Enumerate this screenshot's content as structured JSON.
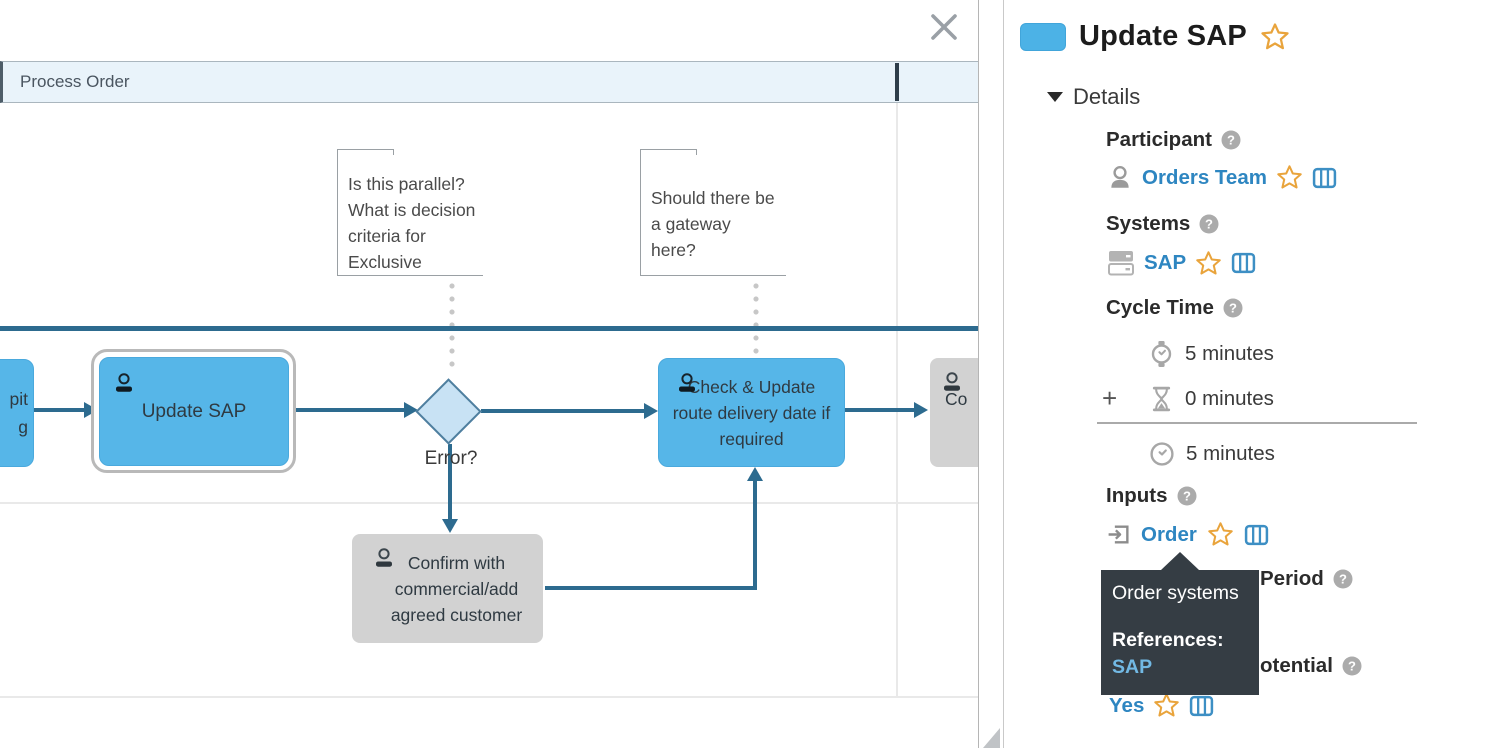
{
  "colors": {
    "task_blue": "#56b6e8",
    "flow_blue": "#2d6b8f",
    "gateway_fill": "#c8e2f4",
    "link_blue": "#2e86c1",
    "star_orange": "#e9a43c",
    "tooltip_bg": "#353d44",
    "lane_header_bg": "#e9f3fa"
  },
  "canvas": {
    "lane_header": "Process Order",
    "notes": [
      {
        "text": "Is this parallel? What is decision criteria for Exclusive"
      },
      {
        "text": "Should there be a gateway here?"
      }
    ],
    "tasks": {
      "left_partial_line1": "pit",
      "left_partial_line2": "g",
      "update_sap": "Update SAP",
      "check_update": "Check & Update route delivery date if required",
      "right_partial": "Co",
      "confirm": "Confirm with commercial/add agreed customer"
    },
    "gateway_question": "Error?"
  },
  "panel": {
    "title": "Update SAP",
    "details_label": "Details",
    "participant": {
      "label": "Participant",
      "value": "Orders Team"
    },
    "systems": {
      "label": "Systems",
      "value": "SAP"
    },
    "cycle_time": {
      "label": "Cycle Time",
      "work_time": "5 minutes",
      "plus": "+",
      "wait_time": "0 minutes",
      "total_time": "5 minutes"
    },
    "inputs": {
      "label": "Inputs",
      "value": "Order"
    },
    "period": {
      "label": "Period"
    },
    "potential": {
      "label": "otential",
      "value": "Yes"
    },
    "tooltip": {
      "line1": "Order systems",
      "references_label": "References:",
      "reference": "SAP"
    }
  }
}
